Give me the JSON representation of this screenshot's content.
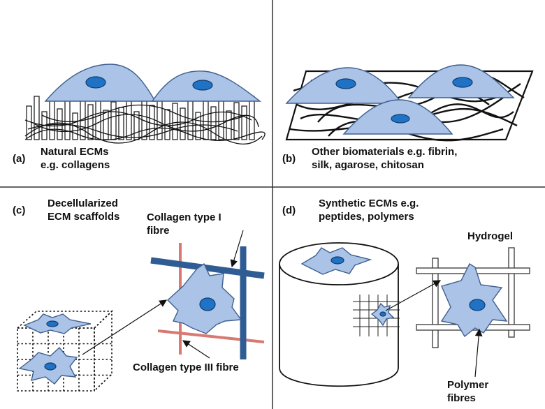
{
  "panels": {
    "a": {
      "letter": "(a)",
      "caption": "Natural ECMs\ne.g. collagens"
    },
    "b": {
      "letter": "(b)",
      "caption": "Other biomaterials e.g. fibrin,\nsilk, agarose, chitosan"
    },
    "c": {
      "letter": "(c)",
      "caption": "Decellularized\nECM scaffolds",
      "collagen_type_1_label": "Collagen type I\nfibre",
      "collagen_type_3_label": "Collagen type III fibre"
    },
    "d": {
      "letter": "(d)",
      "caption": "Synthetic ECMs e.g.\npeptides, polymers",
      "hydrogel_label": "Hydrogel",
      "polymer_fibres_label": "Polymer\nfibres"
    }
  },
  "colors": {
    "cell_fill": "#aac3e6",
    "cell_stroke": "#3f5f8f",
    "nucleus_fill": "#1f72c4",
    "collagen_type_1": "#2f5d93",
    "collagen_type_3": "#d87a72"
  }
}
